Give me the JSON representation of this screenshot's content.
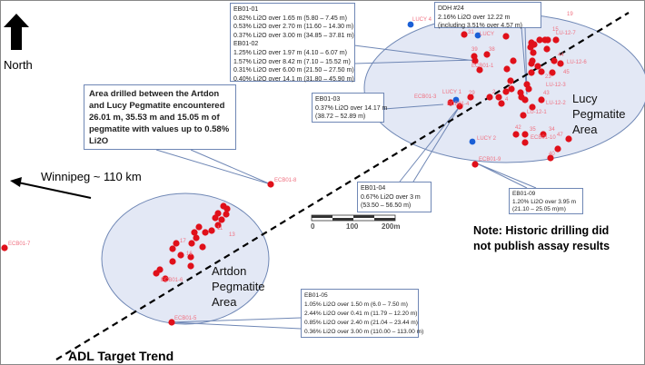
{
  "north_label": "North",
  "winnipeg_label": "Winnipeg ~ 110 km",
  "trend_label": "ADL Target Trend",
  "areas": {
    "lucy": [
      "Lucy",
      "Pegmatite",
      "Area"
    ],
    "artdon": [
      "Artdon",
      "Pegmatite",
      "Area"
    ]
  },
  "note": [
    "Note: Historic drilling did",
    "not publish assay results"
  ],
  "area_callout": "Area drilled between the Artdon and Lucy Pegmatite encountered 26.01 m, 35.53 m and 15.05 m of pegmatite with values up to 0.58% Li2O",
  "callouts": {
    "eb0102": [
      "EB01-01",
      "0.82% Li2O over 1.65 m (5.80 – 7.45 m)",
      "0.53% Li2O over 2.70 m (11.60 – 14.30 m)",
      "0.37% Li2O over 3.00 m (34.85 – 37.81 m)",
      "EB01-02",
      "1.25% Li2O over 1.97 m (4.10 – 6.07 m)",
      "1.57% Li2O over 8.42 m (7.10 – 15.52 m)",
      "0.31% Li2O over 6.00 m (21.50 – 27.50 m)",
      "0.40% Li2O over 14.1 m (31.80 – 45.90 m)"
    ],
    "ddh24": [
      "DDH #24",
      "2.16% Li2O over 12.22 m",
      "(including 3.51% over 4.57 m)"
    ],
    "eb0103": [
      "EB01-03",
      "0.37% Li2O over 14.17 m",
      "(38.72 – 52.89 m)"
    ],
    "eb0104": [
      "EB01-04",
      "0.67% Li2O over 3 m",
      "(53.50 – 56.50 m)"
    ],
    "eb0109": [
      "EB01-09",
      "1.20% Li2O over 3.95 m",
      "(21.10 – 25.05 m)m)"
    ],
    "eb0105": [
      "EB01-05",
      "1.05% Li2O over 1.50 m (6.0 – 7.50 m)",
      "2.44% Li2O over 0.41 m (11.79 – 12.20 m)",
      "0.85% Li2O over 2.40 m (21.04 – 23.44 m)",
      "0.36% Li2O over 3.00 m (110.00 – 113.00 m)"
    ]
  },
  "scale": {
    "ticks": [
      "0",
      "100",
      "200m"
    ]
  },
  "hole_labels": [
    "LUCY 4",
    "LUCY",
    "LUCY 1",
    "LUCY 2",
    "ECB01-1",
    "ECB01-3",
    "ECB01-4",
    "ECB01-9",
    "ECB01-10",
    "ECB01-8",
    "ECB01-7",
    "ECB01-6",
    "ECB01-5",
    "LU-12-6",
    "LU-12-3",
    "LU-12-2",
    "LU-12-1",
    "LU-12-7",
    "31",
    "39",
    "38",
    "29",
    "2",
    "4",
    "5",
    "23",
    "43",
    "44",
    "45",
    "42",
    "35",
    "34",
    "47",
    "40",
    "15",
    "19",
    "17",
    "16",
    "11",
    "13"
  ],
  "colors": {
    "drill_hole": "#e0101a",
    "historic_hole": "#1a5fd6",
    "area_fill": "#e3e8f5",
    "area_stroke": "#6f87b5"
  }
}
